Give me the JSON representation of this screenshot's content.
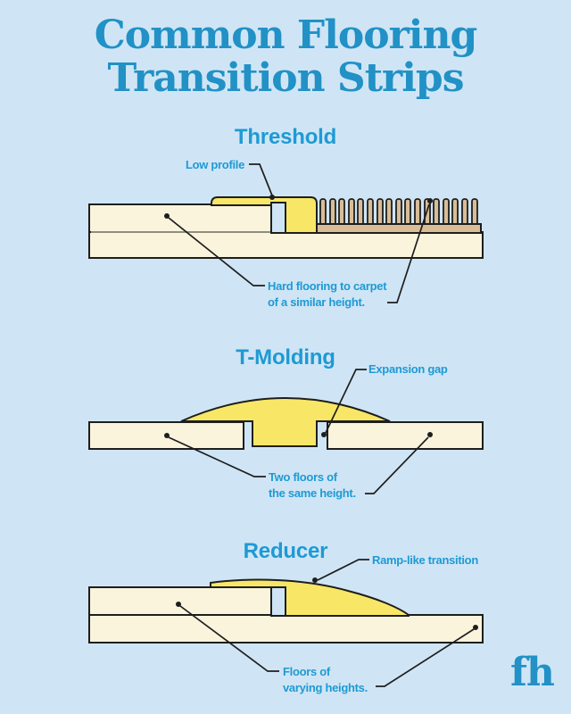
{
  "page": {
    "title_line1": "Common Flooring",
    "title_line2": "Transition Strips",
    "logo_text": "fh"
  },
  "colors": {
    "background": "#cfe5f5",
    "title_blue": "#2191c6",
    "label_blue": "#1e9ad4",
    "floor_cream": "#faf4dd",
    "strip_yellow": "#f8e766",
    "carpet_tan": "#d8bd97",
    "outline_dark": "#1e1e1e",
    "divider_gray": "#8f8d7c"
  },
  "sections": {
    "threshold": {
      "title": "Threshold",
      "callout_low_profile": "Low profile",
      "callout_floors_line1": "Hard flooring to carpet",
      "callout_floors_line2": "of a similar height."
    },
    "t_molding": {
      "title": "T-Molding",
      "callout_expansion_gap": "Expansion gap",
      "callout_floors_line1": "Two floors of",
      "callout_floors_line2": "the same height."
    },
    "reducer": {
      "title": "Reducer",
      "callout_ramp": "Ramp-like transition",
      "callout_floors_line1": "Floors of",
      "callout_floors_line2": "varying heights."
    }
  }
}
